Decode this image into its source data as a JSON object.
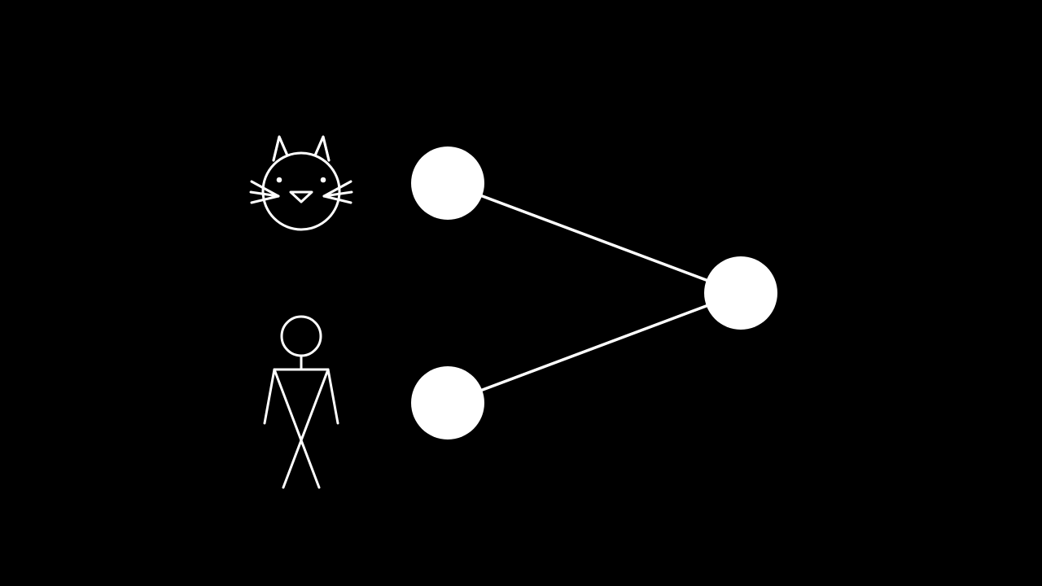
{
  "diagram": {
    "type": "network",
    "colors": {
      "background": "#000000",
      "foreground": "#ffffff"
    },
    "inputs": [
      {
        "icon": "cat-face-icon",
        "connects_to": "node-top"
      },
      {
        "icon": "stick-figure-person-icon",
        "connects_to": "node-bottom"
      }
    ],
    "nodes": [
      {
        "id": "node-top",
        "role": "input"
      },
      {
        "id": "node-bottom",
        "role": "input"
      },
      {
        "id": "node-output",
        "role": "output"
      }
    ],
    "edges": [
      {
        "from": "node-top",
        "to": "node-output"
      },
      {
        "from": "node-bottom",
        "to": "node-output"
      }
    ]
  }
}
